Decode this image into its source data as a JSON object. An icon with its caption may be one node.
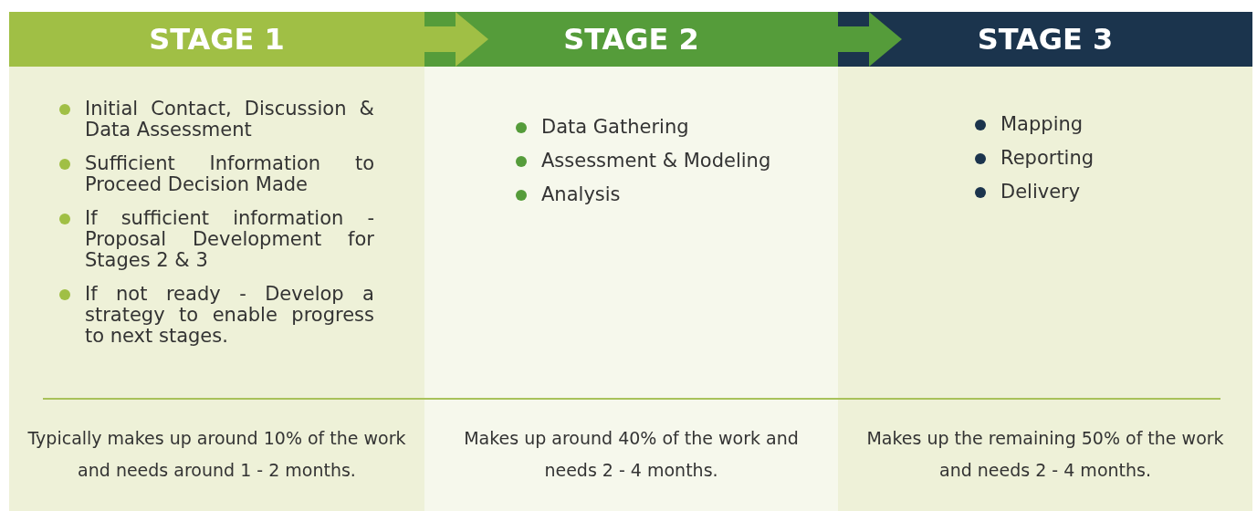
{
  "diagram": {
    "nodes": [
      {
        "text": [
          "STAGE 1",
          "Initial Contact, Discussion & Data Assessment",
          "Sufficient Information to Proceed Decision Made",
          "If sufficient information - Proposal Development for Stages 2 & 3",
          "If not ready - Develop a strategy to enable progress to next stages.",
          "Typically makes up around 10% of the work and needs around 1 - 2 months."
        ]
      },
      {
        "text": [
          "STAGE 2",
          "Data Gathering",
          "Assessment & Modeling",
          "Analysis",
          "Makes up around 40% of the work and needs 2 - 4 months."
        ]
      },
      {
        "text": [
          "STAGE 3",
          "Mapping",
          "Reporting",
          "Delivery",
          "Makes up the remaining 50% of the work and needs 2 - 4 months."
        ]
      }
    ],
    "edges": [
      {
        "from": 0,
        "to": 1,
        "arrow": "to"
      },
      {
        "from": 1,
        "to": 2,
        "arrow": "to"
      }
    ]
  }
}
